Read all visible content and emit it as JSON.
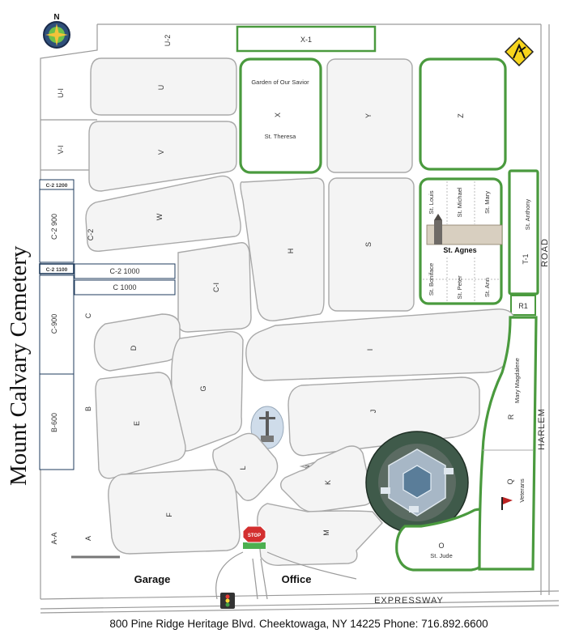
{
  "title": "Mount Calvary Cemetery",
  "compass_label": "N",
  "address": "800 Pine Ridge Heritage Blvd.  Cheektowaga, NY 14225    Phone:  716.892.6600",
  "roads": {
    "expressway": "EXPRESSWAY",
    "harlem": "HARLEM",
    "road": "ROAD"
  },
  "buildings": {
    "garage": "Garage",
    "office": "Office"
  },
  "stop_sign": "STOP",
  "sections": {
    "U2": "U-2",
    "X1": "X-1",
    "U1": "U-I",
    "V1": "V-I",
    "U": "U",
    "V": "V",
    "W": "W",
    "X": "X",
    "Y": "Y",
    "Z": "Z",
    "garden": "Garden of Our Savior",
    "st_theresa": "St. Theresa",
    "C2_1200": "C-2 1200",
    "C2_900": "C-2   900",
    "C2_1100": "C-2 1100",
    "C2_1000": "C-2  1000",
    "C_1000": "C    1000",
    "C900": "C-900",
    "B600": "B-600",
    "AA": "A-A",
    "C2": "C-2",
    "C": "C",
    "B": "B",
    "A": "A",
    "H": "H",
    "S": "S",
    "C1": "C-I",
    "D": "D",
    "G": "G",
    "E": "E",
    "I": "I",
    "J": "J",
    "L": "L",
    "K": "K",
    "F": "F",
    "M": "M",
    "N": "N",
    "O": "O",
    "st_jude": "St. Jude",
    "st_louis": "St. Louis",
    "st_michael": "St. Michael",
    "st_mary": "St. Mary",
    "st_agnes": "St. Agnes",
    "st_boniface": "St. Boniface",
    "st_peter": "St. Peter",
    "st_ann": "St. Ann",
    "T1": "T-1",
    "st_anthony": "St. Anthony",
    "R1": "R1",
    "R": "R",
    "mary_magdalene": "Mary Magdalene",
    "Q": "Q",
    "veterans": "Veterans"
  }
}
